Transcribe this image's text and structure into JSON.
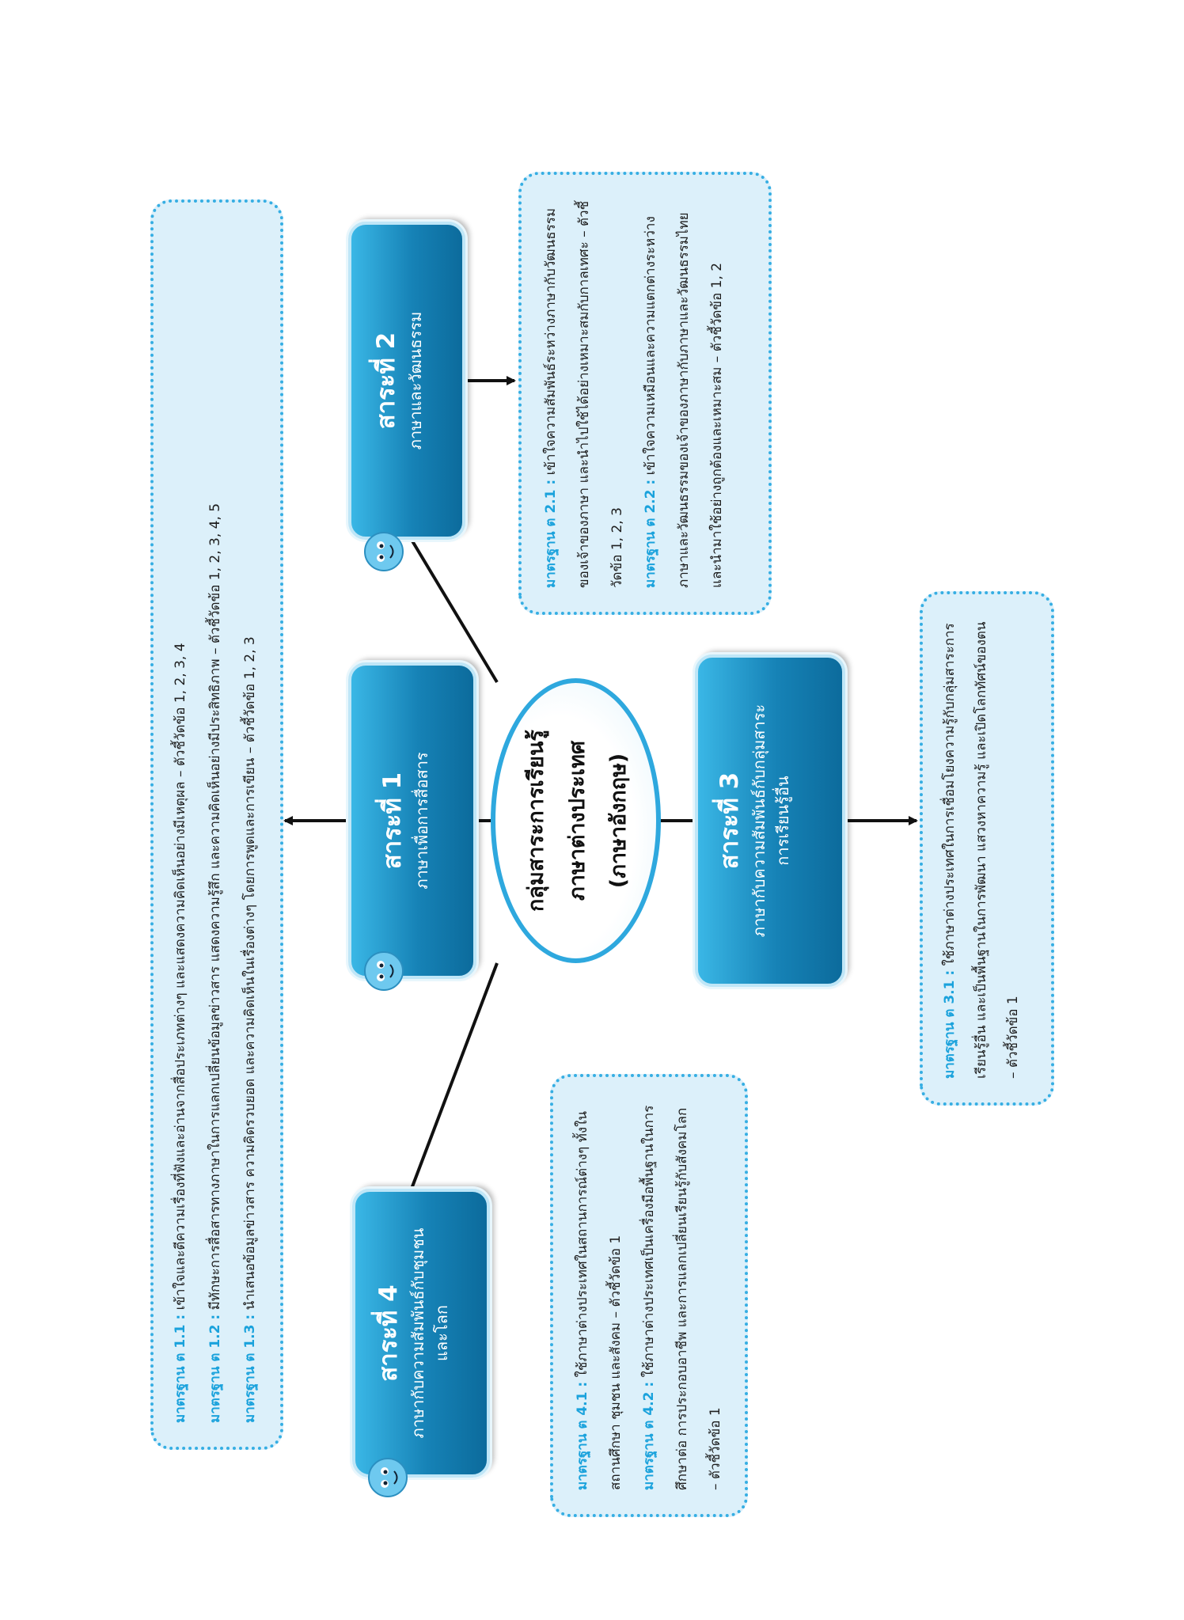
{
  "center": {
    "line1": "กลุ่มสาระการเรียนรู้",
    "line2": "ภาษาต่างประเทศ",
    "line3": "(ภาษาอังกฤษ)"
  },
  "topics": [
    {
      "title": "สาระที่ 1",
      "subtitle": "ภาษาเพื่อการสื่อสาร"
    },
    {
      "title": "สาระที่ 2",
      "subtitle": "ภาษาและวัฒนธรรม"
    },
    {
      "title": "สาระที่ 3",
      "subtitle": "ภาษากับความสัมพันธ์กับกลุ่มสาระการเรียนรู้อื่น"
    },
    {
      "title": "สาระที่ 4",
      "subtitle": "ภาษากับความสัมพันธ์กับชุมชนและโลก"
    }
  ],
  "standards": {
    "s1": [
      {
        "label": "มาตรฐาน ต 1.1 :",
        "text": "เข้าใจและตีความเรื่องที่ฟังและอ่านจากสื่อประเภทต่างๆ และแสดงความคิดเห็นอย่างมีเหตุผล – ตัวชี้วัดข้อ 1, 2, 3, 4"
      },
      {
        "label": "มาตรฐาน ต 1.2 :",
        "text": "มีทักษะการสื่อสารทางภาษาในการแลกเปลี่ยนข้อมูลข่าวสาร แสดงความรู้สึก และความคิดเห็นอย่างมีประสิทธิภาพ – ตัวชี้วัดข้อ 1, 2, 3, 4, 5"
      },
      {
        "label": "มาตรฐาน ต 1.3 :",
        "text": "นำเสนอข้อมูลข่าวสาร ความคิดรวบยอด และความคิดเห็นในเรื่องต่างๆ โดยการพูดและการเขียน – ตัวชี้วัดข้อ 1, 2, 3"
      }
    ],
    "s2": [
      {
        "label": "มาตรฐาน ต 2.1 :",
        "text": "เข้าใจความสัมพันธ์ระหว่างภาษากับวัฒนธรรมของเจ้าของภาษา และนำไปใช้ได้อย่างเหมาะสมกับกาลเทศะ – ตัวชี้วัดข้อ 1, 2, 3"
      },
      {
        "label": "มาตรฐาน ต 2.2 :",
        "text": "เข้าใจความเหมือนและความแตกต่างระหว่างภาษาและวัฒนธรรมของเจ้าของภาษากับภาษาและวัฒนธรรมไทย และนำมาใช้อย่างถูกต้องและเหมาะสม – ตัวชี้วัดข้อ 1, 2"
      }
    ],
    "s3": [
      {
        "label": "มาตรฐาน ต 3.1 :",
        "text": "ใช้ภาษาต่างประเทศในการเชื่อมโยงความรู้กับกลุ่มสาระการเรียนรู้อื่น และเป็นพื้นฐานในการพัฒนา แสวงหาความรู้ และเปิดโลกทัศน์ของตน – ตัวชี้วัดข้อ 1"
      }
    ],
    "s4": [
      {
        "label": "มาตรฐาน ต 4.1 :",
        "text": "ใช้ภาษาต่างประเทศในสถานการณ์ต่างๆ ทั้งในสถานศึกษา ชุมชน และสังคม – ตัวชี้วัดข้อ 1"
      },
      {
        "label": "มาตรฐาน ต 4.2 :",
        "text": "ใช้ภาษาต่างประเทศเป็นเครื่องมือพื้นฐานในการศึกษาต่อ การประกอบอาชีพ และการแลกเปลี่ยนเรียนรู้กับสังคมโลก – ตัวชี้วัดข้อ 1"
      }
    ]
  },
  "colors": {
    "topic_fill": "#1682b6",
    "label_blue": "#1aa2dc",
    "box_fill": "#dcf0fa",
    "box_border": "#36aee3",
    "connector": "#111111"
  },
  "icons": [
    "mascot-icon"
  ]
}
